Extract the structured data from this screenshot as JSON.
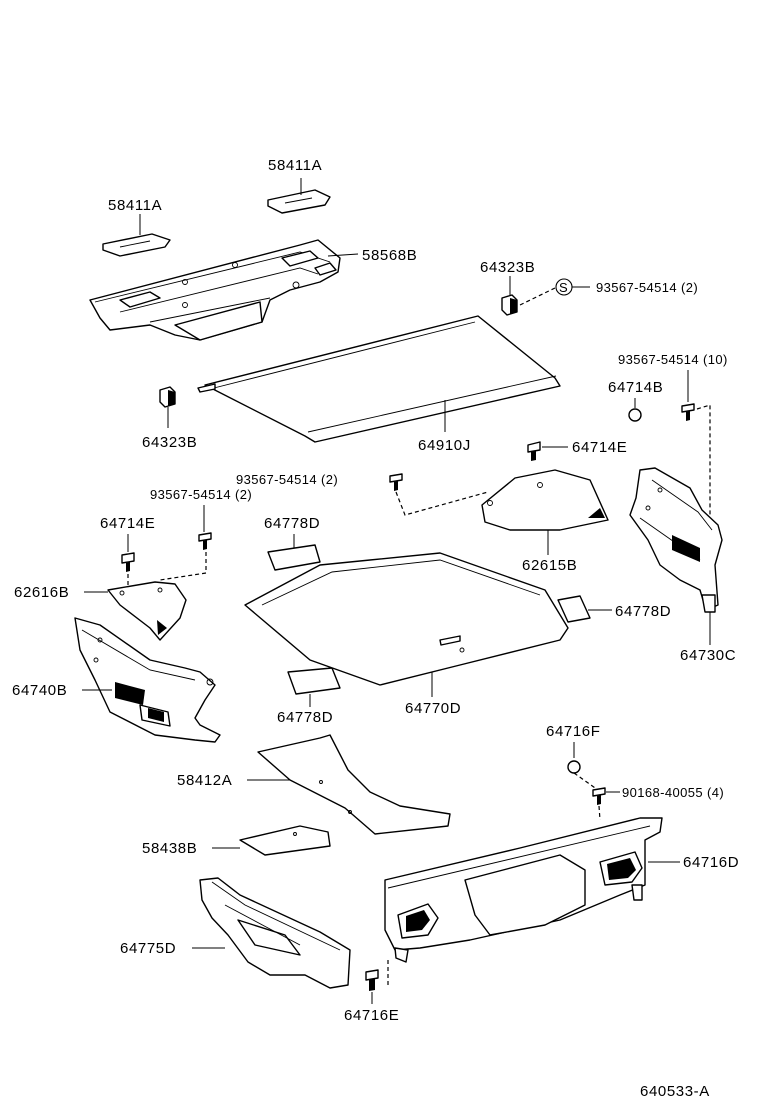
{
  "diagram_code": "640533-A",
  "labels": {
    "p58411A_top": "58411A",
    "p58411A_left": "58411A",
    "p58568B": "58568B",
    "p64323B_top": "64323B",
    "s_circle": "S",
    "p93567_2_top": "93567-54514 (2)",
    "p93567_10": "93567-54514 (10)",
    "p64714B": "64714B",
    "p64323B_bottom": "64323B",
    "p64910J": "64910J",
    "p64714E_right": "64714E",
    "p93567_2_mid": "93567-54514 (2)",
    "p93567_2_left": "93567-54514 (2)",
    "p64714E_left": "64714E",
    "p64778D_top": "64778D",
    "p62615B": "62615B",
    "p62616B": "62616B",
    "p64778D_right": "64778D",
    "p64730C": "64730C",
    "p64740B": "64740B",
    "p64778D_bottom": "64778D",
    "p64770D": "64770D",
    "p64716F": "64716F",
    "p58412A": "58412A",
    "p90168": "90168-40055 (4)",
    "p58438B": "58438B",
    "p64716D": "64716D",
    "p64775D": "64775D",
    "p64716E": "64716E"
  },
  "icons": {
    "screw": "screw-icon",
    "clip": "clip-icon",
    "standard_part_mark": "circle-s-icon"
  }
}
